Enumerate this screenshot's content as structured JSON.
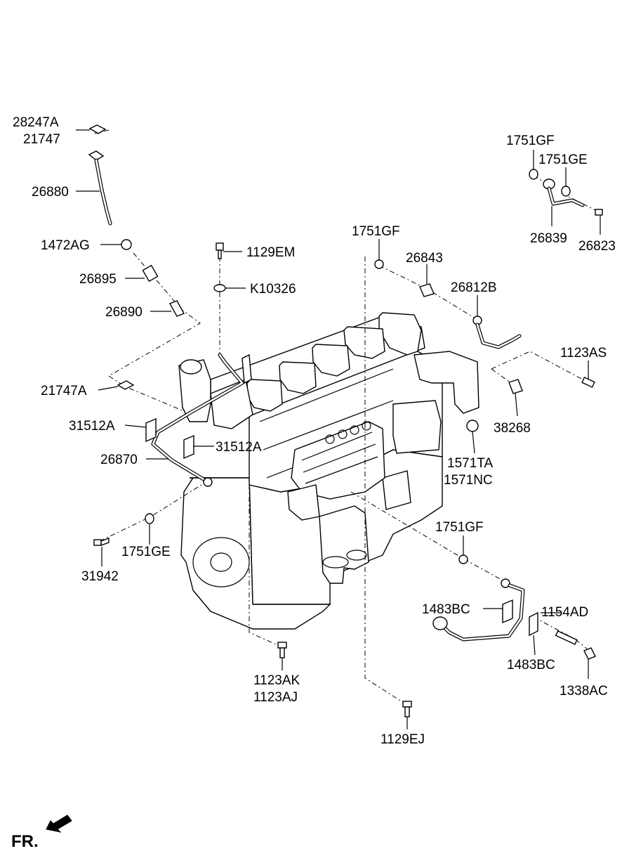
{
  "labels": {
    "p28247A": "28247A",
    "p21747": "21747",
    "p26880": "26880",
    "p1472AG": "1472AG",
    "p26895": "26895",
    "p26890": "26890",
    "p1129EM": "1129EM",
    "pK10326": "K10326",
    "p21747A": "21747A",
    "p31512A_l": "31512A",
    "p31512A_r": "31512A",
    "p26870": "26870",
    "p1751GE_l": "1751GE",
    "p31942": "31942",
    "p1751GF_mid": "1751GF",
    "p26843": "26843",
    "p26812B": "26812B",
    "p1751GF_tr": "1751GF",
    "p1751GE_tr": "1751GE",
    "p26839": "26839",
    "p26823": "26823",
    "p1123AS": "1123AS",
    "p38268": "38268",
    "p1571TA": "1571TA",
    "p1571NC": "1571NC",
    "p1751GF_br": "1751GF",
    "p1483BC_l": "1483BC",
    "p1154AD": "1154AD",
    "p1483BC_r": "1483BC",
    "p1338AC": "1338AC",
    "p1123AK": "1123AK",
    "p1123AJ": "1123AJ",
    "p1129EJ": "1129EJ",
    "fr": "FR."
  },
  "icons": {
    "front_arrow": "arrow-icon"
  },
  "colors": {
    "line": "#000000",
    "background": "#ffffff"
  }
}
